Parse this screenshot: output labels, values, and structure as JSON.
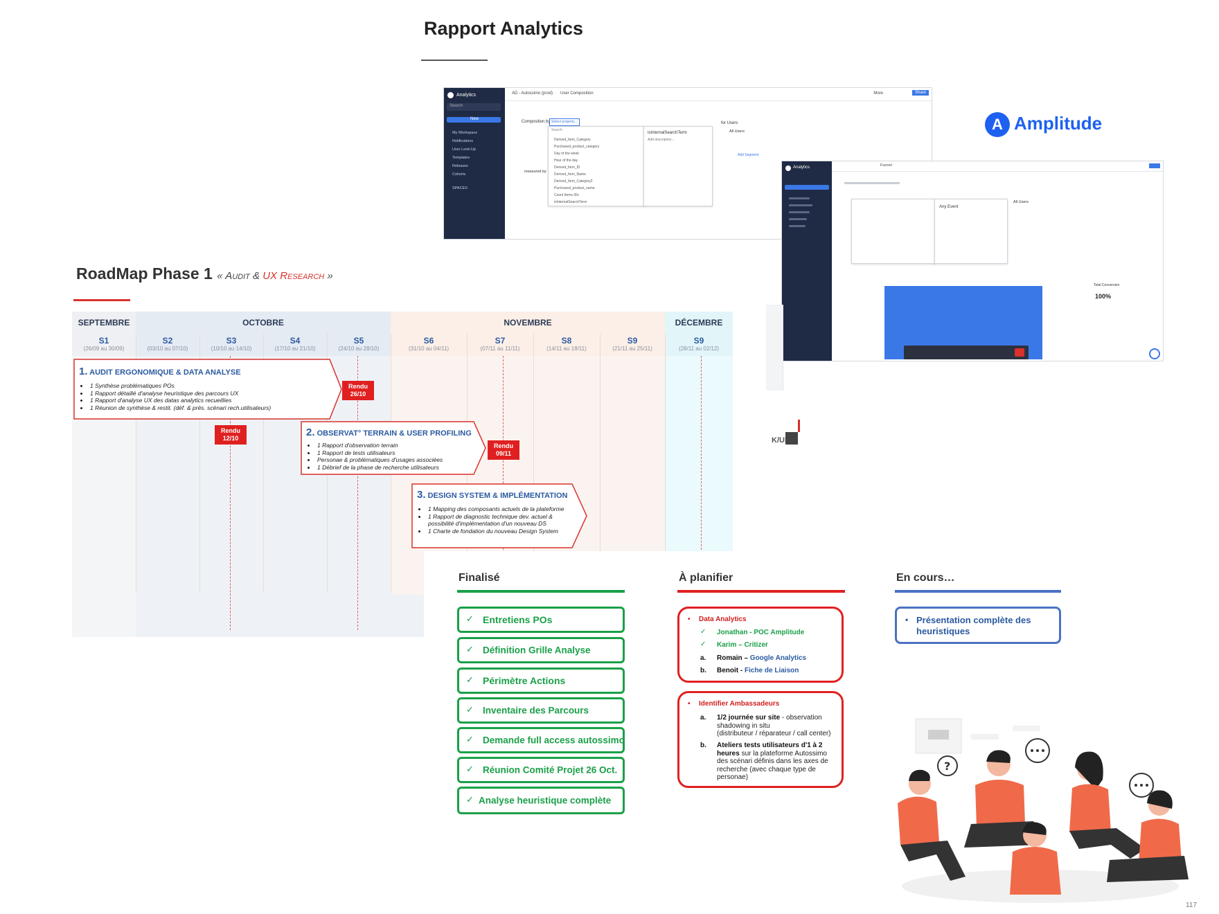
{
  "header": {
    "title": "Rapport Analytics"
  },
  "amplitude": {
    "logo_text": "Amplitude",
    "logo_glyph": "A"
  },
  "screenshot_main": {
    "app_name": "Analytics",
    "search_placeholder": "Search",
    "new_button": "New",
    "sidebar": [
      "My Workspace",
      "Notifications",
      "User Look-Up",
      "Templates",
      "Releases",
      "Cohorts"
    ],
    "spaces": "SPACES",
    "breadcrumb": "AD - Autossimo (prod)",
    "chart_type": "User Composition",
    "composition_label": "Composition by",
    "composition_value": "Select property...",
    "dropdown_search": "Search",
    "dropdown_items": [
      "Derived_Item_Category",
      "Purchased_product_category",
      "Day of the week",
      "Hour of the day",
      "Derived_Item_ID",
      "Derived_Item_Name",
      "Derived_Item_Category2",
      "Purchased_product_name",
      "Count Items IDs",
      "isInternalSearchTerm"
    ],
    "detail_title": "isInternalSearchTerm",
    "detail_sub": "Add description...",
    "users_label": "for Users",
    "segment": "All Users",
    "add_segment": "Add Segment",
    "measured_by": "measured by",
    "more": "More",
    "share": "Share"
  },
  "screenshot_second": {
    "app_name": "Analytics",
    "chart_type": "Funnel",
    "segment": "All Users",
    "event_label": "Any Event",
    "kpi_label": "Total Conversion",
    "kpi_value": "100%"
  },
  "side_label": "K/UI",
  "roadmap": {
    "title": "RoadMap Phase 1",
    "subtitle_prefix": "« Audit & ",
    "subtitle_red": "UX Research",
    "subtitle_suffix": " »",
    "months": [
      "SEPTEMBRE",
      "OCTOBRE",
      "NOVEMBRE",
      "DÉCEMBRE"
    ],
    "weeks": [
      {
        "label": "S1",
        "dates": "(26/09 au 30/09)"
      },
      {
        "label": "S2",
        "dates": "(03/10 au 07/10)"
      },
      {
        "label": "S3",
        "dates": "(10/10 au 14/10)"
      },
      {
        "label": "S4",
        "dates": "(17/10 au 21/10)"
      },
      {
        "label": "S5",
        "dates": "(24/10 au 28/10)"
      },
      {
        "label": "S6",
        "dates": "(31/10 au 04/11)"
      },
      {
        "label": "S7",
        "dates": "(07/11 au 11/11)"
      },
      {
        "label": "S8",
        "dates": "(14/11 au 18/11)"
      },
      {
        "label": "S9",
        "dates": "(21/11 au 25/11)"
      },
      {
        "label": "S9",
        "dates": "(28/11 au 02/12)"
      }
    ],
    "deliverables": [
      {
        "line1": "Rendu",
        "line2": "26/10"
      },
      {
        "line1": "Rendu",
        "line2": "12/10"
      },
      {
        "line1": "Rendu",
        "line2": "09/11"
      }
    ],
    "tasks": [
      {
        "num": "1.",
        "title": "Audit ergonomique & data analyse",
        "items": [
          "1 Synthèse problématiques POs",
          "1 Rapport détaillé d'analyse heuristique des parcours UX",
          "1 Rapport d'analyse UX des datas  analytics recueillies",
          "1 Réunion de synthèse & restit. (déf. & prés. scénari rech.utilisateurs)"
        ]
      },
      {
        "num": "2.",
        "title": "Observat° terrain & user profiling",
        "items": [
          "1 Rapport d'observation terrain",
          "1 Rapport de tests utilisateurs",
          "Personae & problématiques d'usages associées",
          "1 Débrief de la phase de recherche utilisateurs"
        ]
      },
      {
        "num": "3.",
        "title": "Design system & implémentation",
        "items": [
          "1 Mapping des composants actuels de la plateforme",
          "1 Rapport de diagnostic technique dev. actuel &",
          "possibilité d'implémentation d'un nouveau DS",
          "1 Charte de fondation du nouveau Design System"
        ]
      }
    ]
  },
  "status": {
    "finalise": {
      "title": "Finalisé",
      "items": [
        "Entretiens POs",
        "Définition Grille Analyse",
        "Périmètre Actions",
        "Inventaire des Parcours",
        "Demande full access autossimo",
        "Réunion Comité Projet 26 Oct.",
        "Analyse heuristique complète"
      ]
    },
    "a_planifier": {
      "title": "À planifier",
      "box1": {
        "heading": "Data Analytics",
        "line1": "Jonathan - POC Amplitude",
        "line2": "Karim – Critizer",
        "line3_name": "Romain – ",
        "line3_tool": "Google Analytics",
        "line4_name": "Benoit - ",
        "line4_tool": "Fiche de Liaison"
      },
      "box2": {
        "heading": "Identifier Ambassadeurs",
        "a_bold": "1/2 journée sur site",
        "a_rest1": " - observation",
        "a_rest2": "shadowing in situ",
        "a_rest3": "(distributeur / réparateur / call center)",
        "b_bold1": "Ateliers tests utilisateurs d'1 à 2",
        "b_bold2": "heures",
        "b_rest1": " sur la plateforme Autossimo",
        "b_rest2": "des scénari définis dans les axes de",
        "b_rest3": "recherche (avec chaque type de",
        "b_rest4": "personae)"
      }
    },
    "en_cours": {
      "title": "En cours…",
      "item_line1": "Présentation complète des",
      "item_line2": "heuristiques"
    },
    "markers": {
      "check": "✓",
      "a": "a.",
      "b": "b.",
      "bullet": "•"
    }
  },
  "page_number": "117",
  "colors": {
    "green": "#1aa048",
    "red": "#e02020",
    "blue": "#4a72c4",
    "navy": "#1f2a44",
    "amplitude": "#1e61f0"
  }
}
